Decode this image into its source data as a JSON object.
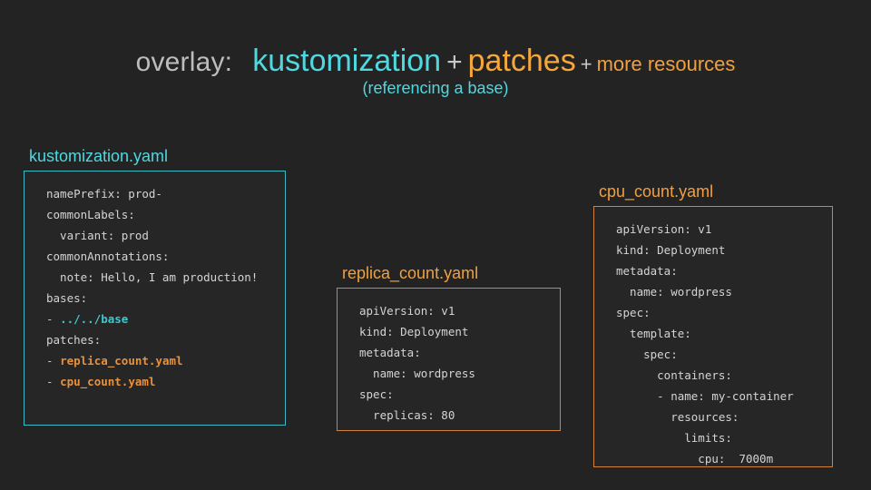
{
  "slide": {
    "background_color": "#232323",
    "title": {
      "prefix": "overlay:",
      "term1": "kustomization",
      "plus1": "+",
      "term2": "patches",
      "plus2": "+",
      "term3": "more resources",
      "subtitle": "(referencing a base)"
    },
    "colors": {
      "cyan": "#4fd8e0",
      "orange": "#f5a63c",
      "grey": "#bdbdbd",
      "code_text": "#d4d4d4",
      "card_bg": "#262626"
    }
  },
  "cards": [
    {
      "id": "kustomization",
      "label": "kustomization.yaml",
      "accent": "#3bbcc4",
      "lines": [
        {
          "text": "namePrefix: prod-",
          "style": "plain"
        },
        {
          "text": "commonLabels:",
          "style": "plain"
        },
        {
          "text": "  variant: prod",
          "style": "plain"
        },
        {
          "text": "commonAnnotations:",
          "style": "plain"
        },
        {
          "text": "  note: Hello, I am production!",
          "style": "plain"
        },
        {
          "text": "bases:",
          "style": "plain"
        },
        {
          "dash": "- ",
          "text": "../../base",
          "style": "cyan"
        },
        {
          "text": "patches:",
          "style": "plain"
        },
        {
          "dash": "- ",
          "text": "replica_count.yaml",
          "style": "orange"
        },
        {
          "dash": "- ",
          "text": "cpu_count.yaml",
          "style": "orange"
        }
      ]
    },
    {
      "id": "replica",
      "label": "replica_count.yaml",
      "accent": "#d2813a",
      "lines": [
        {
          "text": "apiVersion: v1",
          "style": "plain"
        },
        {
          "text": "kind: Deployment",
          "style": "plain"
        },
        {
          "text": "metadata:",
          "style": "plain"
        },
        {
          "text": "  name: wordpress",
          "style": "plain"
        },
        {
          "text": "spec:",
          "style": "plain"
        },
        {
          "text": "  replicas: 80",
          "style": "plain"
        }
      ]
    },
    {
      "id": "cpu",
      "label": "cpu_count.yaml",
      "accent": "#d2813a",
      "lines": [
        {
          "text": "apiVersion: v1",
          "style": "plain"
        },
        {
          "text": "kind: Deployment",
          "style": "plain"
        },
        {
          "text": "metadata:",
          "style": "plain"
        },
        {
          "text": "  name: wordpress",
          "style": "plain"
        },
        {
          "text": "spec:",
          "style": "plain"
        },
        {
          "text": "  template:",
          "style": "plain"
        },
        {
          "text": "    spec:",
          "style": "plain"
        },
        {
          "text": "      containers:",
          "style": "plain"
        },
        {
          "text": "      - name: my-container",
          "style": "plain"
        },
        {
          "text": "        resources:",
          "style": "plain"
        },
        {
          "text": "          limits:",
          "style": "plain"
        },
        {
          "text": "            cpu:  7000m",
          "style": "plain"
        }
      ]
    }
  ]
}
